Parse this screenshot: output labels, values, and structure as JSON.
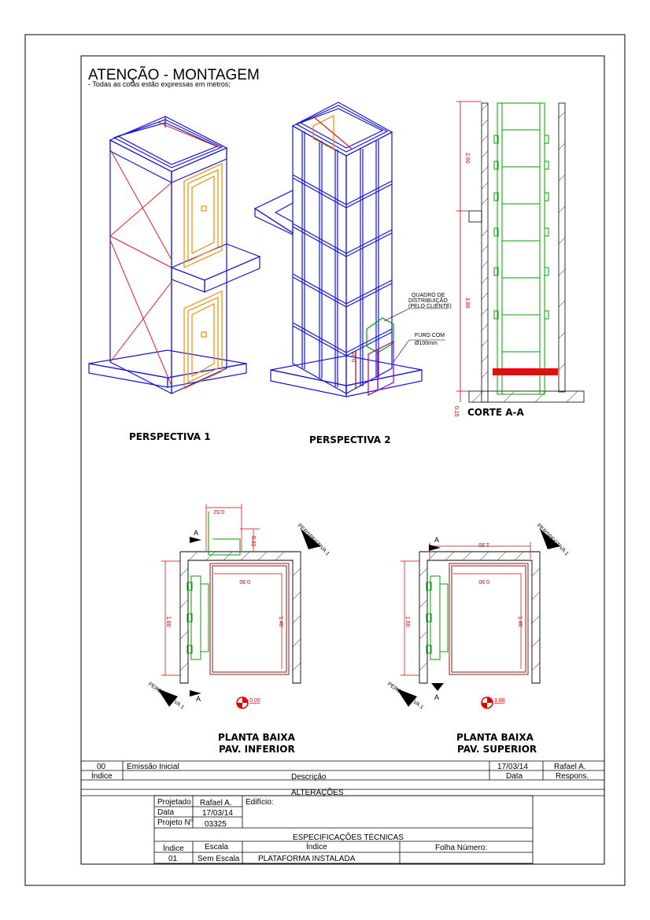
{
  "header": {
    "title": "ATENÇÃO - MONTAGEM",
    "subtitle": "- Todas as cotas estão expressas em metros;"
  },
  "views": {
    "perspective1": "PERSPECTIVA 1",
    "perspective2": "PERSPECTIVA 2",
    "section": "CORTE A-A",
    "plan_lower_1": "PLANTA BAIXA",
    "plan_lower_2": "PAV. INFERIOR",
    "plan_upper_1": "PLANTA BAIXA",
    "plan_upper_2": "PAV. SUPERIOR"
  },
  "annotations": {
    "panel_1": "QUADRO DE",
    "panel_2": "DISTRIBUIÇÃO",
    "panel_3": "(PELO CLIENTE)",
    "hole_1": "FURO COM",
    "hole_2": "Ø100mm",
    "dim_095": "0.95",
    "dim_260": "2.60",
    "dim_389": "3.89",
    "dim_015": "0.15",
    "dim_052": "0.52",
    "dim_031": "0.31",
    "dim_090a": "0.90",
    "dim_140a": "1.40",
    "dim_160a": "1.60",
    "dim_130": "1.30",
    "dim_090b": "0.90",
    "dim_140b": "1.40",
    "dim_160b": "1.60",
    "level_lower": "0.00",
    "level_upper": "3.88",
    "persp_tag": "PERSPECTIVA 1",
    "cut_a": "A"
  },
  "revisions": {
    "row": {
      "index": "00",
      "description": "Emissão Inicial",
      "date": "17/03/14",
      "responsible": "Rafael A."
    },
    "headers": {
      "index": "Índice",
      "description": "Descrição",
      "date": "Data",
      "responsible": "Respons."
    },
    "title": "ALTERAÇÕES"
  },
  "titleblock": {
    "designed_label": "Projetado",
    "designed_value": "Rafael A.",
    "date_label": "Data",
    "date_value": "17/03/14",
    "project_label": "Projeto N°",
    "project_value": "03325",
    "building_label": "Edifício:",
    "spec_title": "ESPECIFICAÇÕES TÉCNICAS",
    "index_label": "Índice",
    "scale_label": "Escala",
    "content_label": "Índice",
    "sheet_label": "Folha Número:",
    "index_value": "01",
    "scale_value": "Sem Escala",
    "content_value": "PLATAFORMA INSTALADA"
  },
  "colors": {
    "structure": "#1414d8",
    "door": "#f08c00",
    "dimension": "#cc0000",
    "guide": "#00a000",
    "panel": "#a000a0"
  }
}
